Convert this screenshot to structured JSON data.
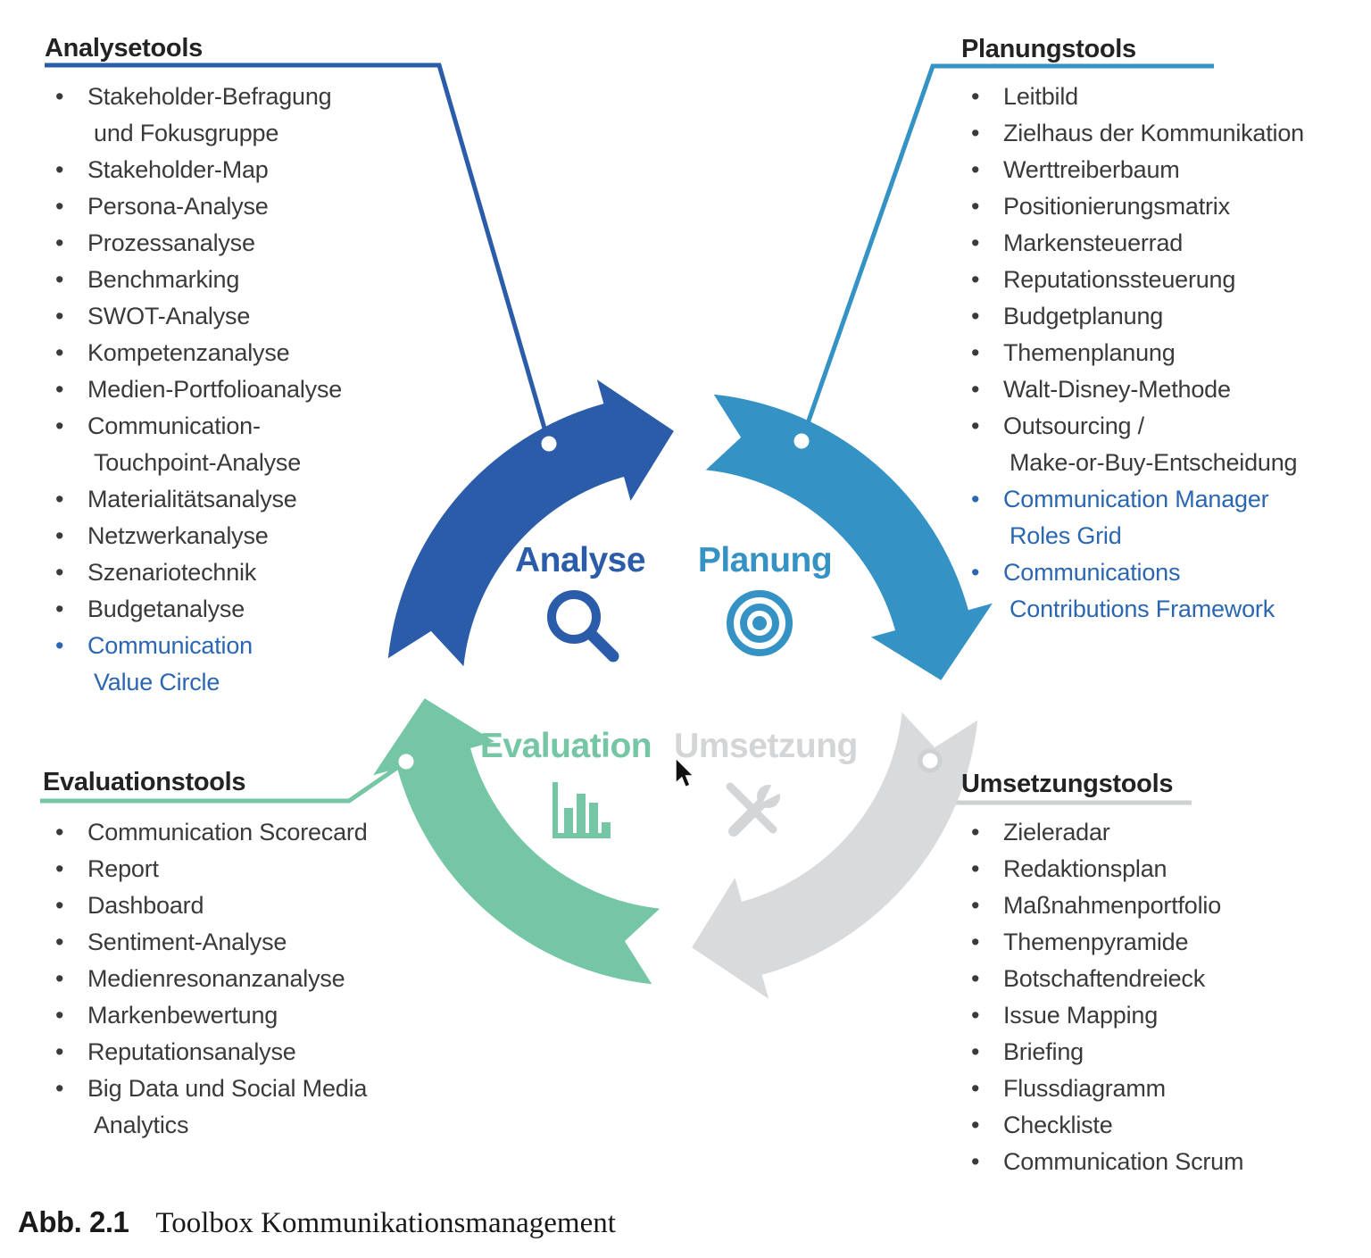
{
  "caption": {
    "label": "Abb. 2.1",
    "title": "Toolbox Kommunikationsmanagement"
  },
  "colors": {
    "accent_text": "#2a66b2",
    "body_text": "#3a3a3c",
    "heading_text": "#232323",
    "background": "#ffffff",
    "cursor": "#111111"
  },
  "phases": [
    {
      "id": "analyse",
      "label": "Analyse",
      "color": "#2b5ca9",
      "icon": "magnifier-icon"
    },
    {
      "id": "planung",
      "label": "Planung",
      "color": "#3492c4",
      "icon": "target-icon"
    },
    {
      "id": "umsetzung",
      "label": "Umsetzung",
      "color": "#d9dadb",
      "label_color": "#d3d5d6",
      "line_color": "#ced0d1",
      "icon": "tools-icon"
    },
    {
      "id": "evaluation",
      "label": "Evaluation",
      "color": "#74c6a4",
      "icon": "bar-chart-icon"
    }
  ],
  "sections": {
    "analyse": {
      "heading": "Analysetools",
      "items": [
        {
          "lines": [
            "Stakeholder-Befragung",
            "und Fokusgruppe"
          ]
        },
        {
          "lines": [
            "Stakeholder-Map"
          ]
        },
        {
          "lines": [
            "Persona-Analyse"
          ]
        },
        {
          "lines": [
            "Prozessanalyse"
          ]
        },
        {
          "lines": [
            "Benchmarking"
          ]
        },
        {
          "lines": [
            "SWOT-Analyse"
          ]
        },
        {
          "lines": [
            "Kompetenzanalyse"
          ]
        },
        {
          "lines": [
            "Medien-Portfolioanalyse"
          ]
        },
        {
          "lines": [
            "Communication-",
            "Touchpoint-Analyse"
          ]
        },
        {
          "lines": [
            "Materialitätsanalyse"
          ]
        },
        {
          "lines": [
            "Netzwerkanalyse"
          ]
        },
        {
          "lines": [
            "Szenariotechnik"
          ]
        },
        {
          "lines": [
            "Budgetanalyse"
          ]
        },
        {
          "lines": [
            "Communication",
            "Value Circle"
          ],
          "accent": true
        }
      ]
    },
    "planung": {
      "heading": "Planungstools",
      "items": [
        {
          "lines": [
            "Leitbild"
          ]
        },
        {
          "lines": [
            "Zielhaus der Kommunikation"
          ]
        },
        {
          "lines": [
            "Werttreiberbaum"
          ]
        },
        {
          "lines": [
            "Positionierungsmatrix"
          ]
        },
        {
          "lines": [
            "Markensteuerrad"
          ]
        },
        {
          "lines": [
            "Reputationssteuerung"
          ]
        },
        {
          "lines": [
            "Budgetplanung"
          ]
        },
        {
          "lines": [
            "Themenplanung"
          ]
        },
        {
          "lines": [
            "Walt-Disney-Methode"
          ]
        },
        {
          "lines": [
            "Outsourcing /",
            "Make-or-Buy-Entscheidung"
          ]
        },
        {
          "lines": [
            "Communication Manager",
            "Roles Grid"
          ],
          "accent": true
        },
        {
          "lines": [
            "Communications",
            "Contributions Framework"
          ],
          "accent": true
        }
      ]
    },
    "evaluation": {
      "heading": "Evaluationstools",
      "items": [
        {
          "lines": [
            "Communication Scorecard"
          ]
        },
        {
          "lines": [
            "Report"
          ]
        },
        {
          "lines": [
            "Dashboard"
          ]
        },
        {
          "lines": [
            "Sentiment-Analyse"
          ]
        },
        {
          "lines": [
            "Medienresonanzanalyse"
          ]
        },
        {
          "lines": [
            "Markenbewertung"
          ]
        },
        {
          "lines": [
            "Reputationsanalyse"
          ]
        },
        {
          "lines": [
            "Big Data und Social Media",
            "Analytics"
          ]
        }
      ]
    },
    "umsetzung": {
      "heading": "Umsetzungstools",
      "items": [
        {
          "lines": [
            "Zieleradar"
          ]
        },
        {
          "lines": [
            "Redaktionsplan"
          ]
        },
        {
          "lines": [
            "Maßnahmenportfolio"
          ]
        },
        {
          "lines": [
            "Themenpyramide"
          ]
        },
        {
          "lines": [
            "Botschaftendreieck"
          ]
        },
        {
          "lines": [
            "Issue Mapping"
          ]
        },
        {
          "lines": [
            "Briefing"
          ]
        },
        {
          "lines": [
            "Flussdiagramm"
          ]
        },
        {
          "lines": [
            "Checkliste"
          ]
        },
        {
          "lines": [
            "Communication Scrum"
          ]
        }
      ]
    }
  }
}
